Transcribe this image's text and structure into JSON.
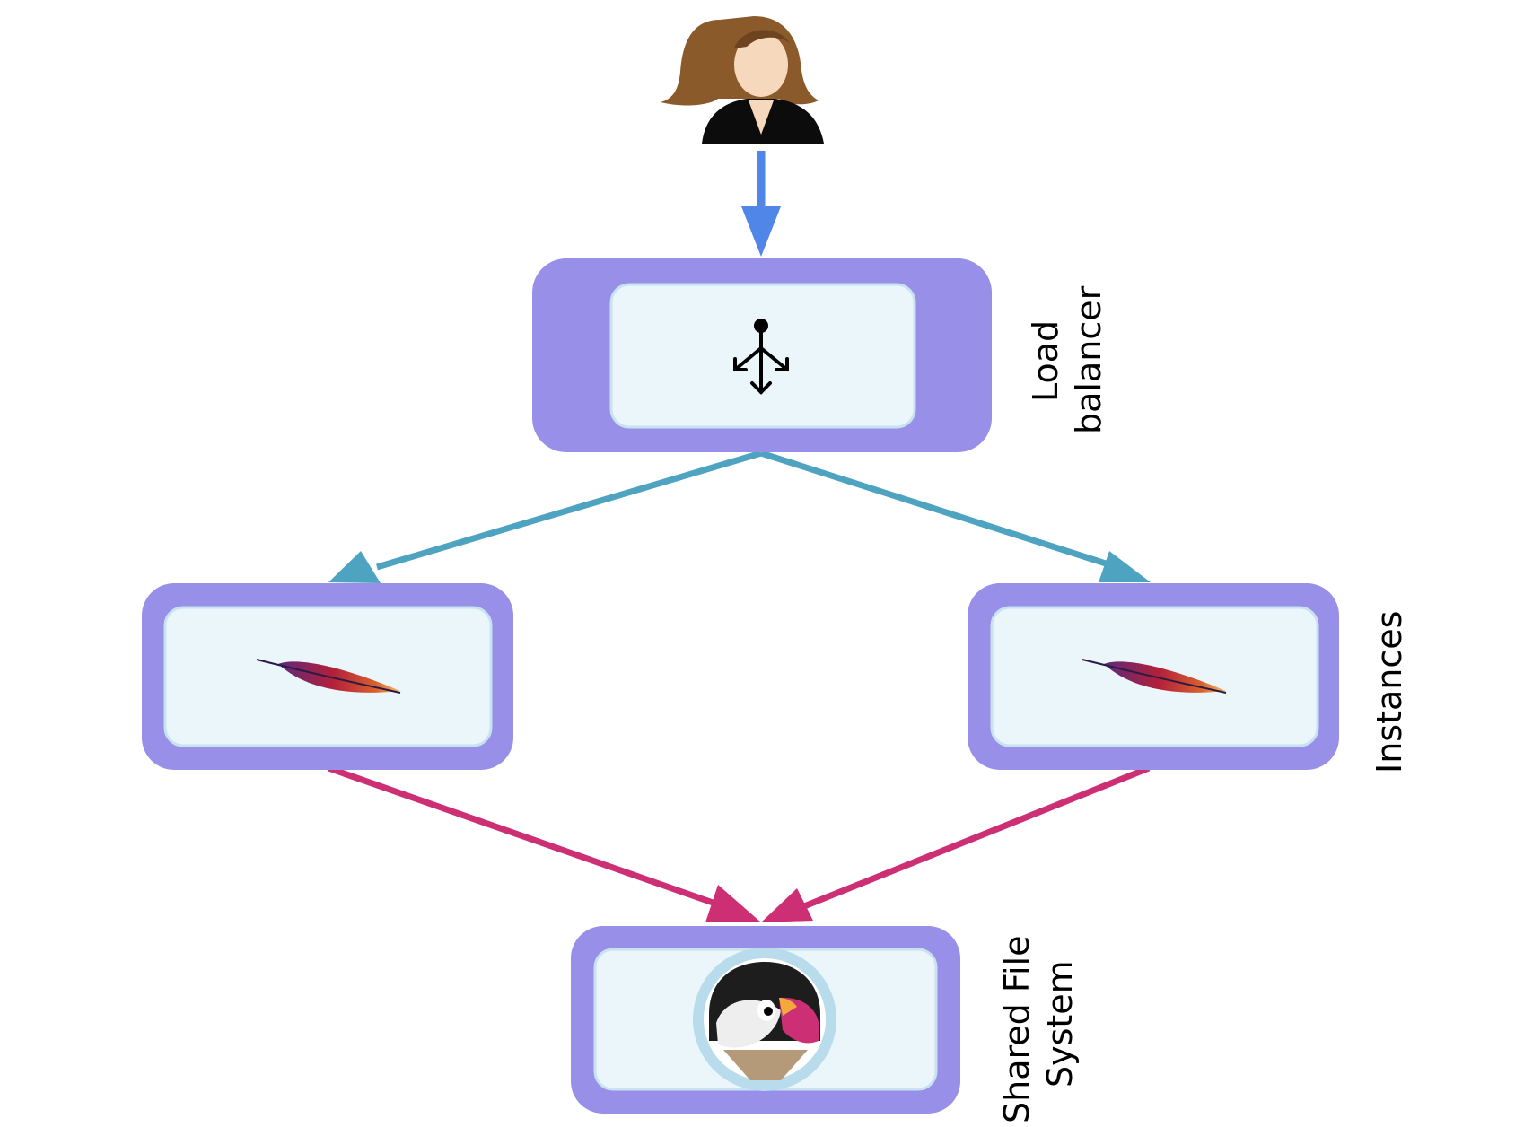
{
  "labels": {
    "load_balancer": [
      "Load",
      "balancer"
    ],
    "instances": "Instances",
    "shared_fs": [
      "Shared File",
      "System"
    ]
  },
  "icons": {
    "user": "user-icon",
    "load_balancer": "load-balancer-icon",
    "instance": "apache-feather-icon",
    "shared_fs": "prestashop-puffin-icon"
  },
  "colors": {
    "node_outer": "#978fe8",
    "node_inner": "#eaf6f9",
    "arrow_user": "#4f86e8",
    "arrow_lb": "#4ea3c1",
    "arrow_fs": "#cd2f74"
  }
}
